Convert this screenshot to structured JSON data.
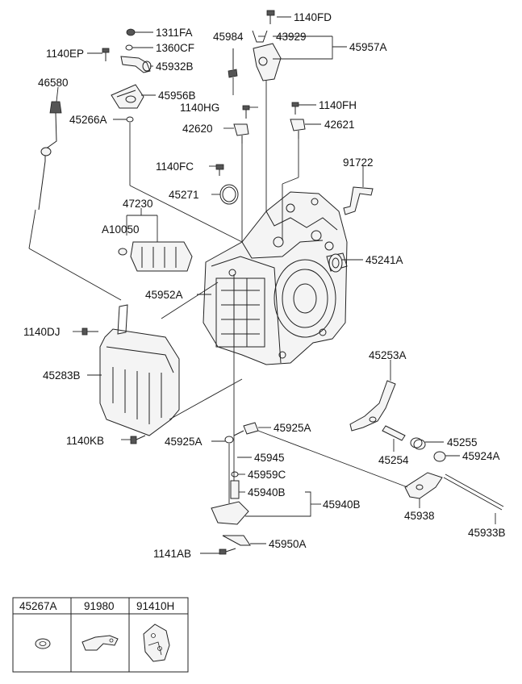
{
  "labels": {
    "p1311FA": "1311FA",
    "p1140FD": "1140FD",
    "p1360CF": "1360CF",
    "p45984": "45984",
    "p43929": "43929",
    "p1140EP": "1140EP",
    "p45957A": "45957A",
    "p45932B": "45932B",
    "p46580": "46580",
    "p45956B": "45956B",
    "p1140HG": "1140HG",
    "p1140FH": "1140FH",
    "p45266A": "45266A",
    "p42620": "42620",
    "p42621": "42621",
    "p91722": "91722",
    "p1140FC": "1140FC",
    "p45271": "45271",
    "p47230": "47230",
    "pA10050": "A10050",
    "p45241A": "45241A",
    "p45952A": "45952A",
    "p1140DJ": "1140DJ",
    "p45253A": "45253A",
    "p45283B": "45283B",
    "p45925A_right": "45925A",
    "p1140KB": "1140KB",
    "p45925A_left": "45925A",
    "p45255": "45255",
    "p45254": "45254",
    "p45924A": "45924A",
    "p45945": "45945",
    "p45959C": "45959C",
    "p45940B_inner": "45940B",
    "p45940B_outer": "45940B",
    "p45938": "45938",
    "p45933B": "45933B",
    "p45950A": "45950A",
    "p1141AB": "1141AB"
  },
  "legend": {
    "headers": [
      "45267A",
      "91980",
      "91410H"
    ],
    "icons": [
      "washer-icon",
      "bracket-icon",
      "gasket-plate-icon"
    ]
  }
}
